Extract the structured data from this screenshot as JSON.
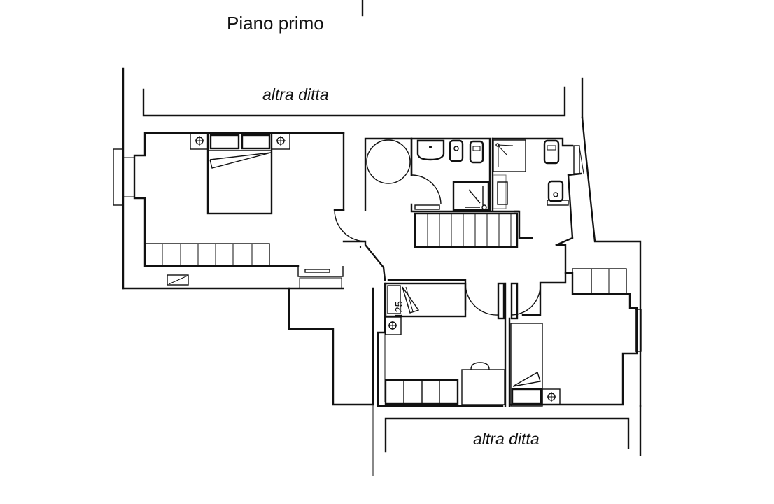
{
  "title": "Piano primo",
  "neighbors": {
    "top": "altra ditta",
    "bottom": "altra ditta"
  },
  "dimensions": {
    "bed_single_left": "125"
  },
  "rooms": [
    {
      "id": "master-bedroom",
      "fixtures": [
        "double-bed",
        "nightstand-lamp",
        "nightstand-lamp",
        "wardrobe-7-doors",
        "radiator",
        "window"
      ]
    },
    {
      "id": "hallway",
      "fixtures": [
        "round-table",
        "door-arc"
      ]
    },
    {
      "id": "bathroom-1",
      "fixtures": [
        "washbasin",
        "bidet",
        "toilet",
        "shower",
        "radiator"
      ]
    },
    {
      "id": "bathroom-2",
      "fixtures": [
        "shower",
        "toilet",
        "washbasin",
        "window"
      ]
    },
    {
      "id": "staircase",
      "fixtures": [
        "stairs-8-steps"
      ]
    },
    {
      "id": "bedroom-2",
      "fixtures": [
        "single-bed",
        "nightstand-lamp",
        "wardrobe-4-doors",
        "desk",
        "radiator",
        "window"
      ]
    },
    {
      "id": "bedroom-3",
      "fixtures": [
        "single-bed",
        "nightstand-lamp",
        "wardrobe-3-doors",
        "window"
      ]
    }
  ],
  "colors": {
    "line": "#111111",
    "background": "#ffffff",
    "thin_line": "#777777"
  }
}
